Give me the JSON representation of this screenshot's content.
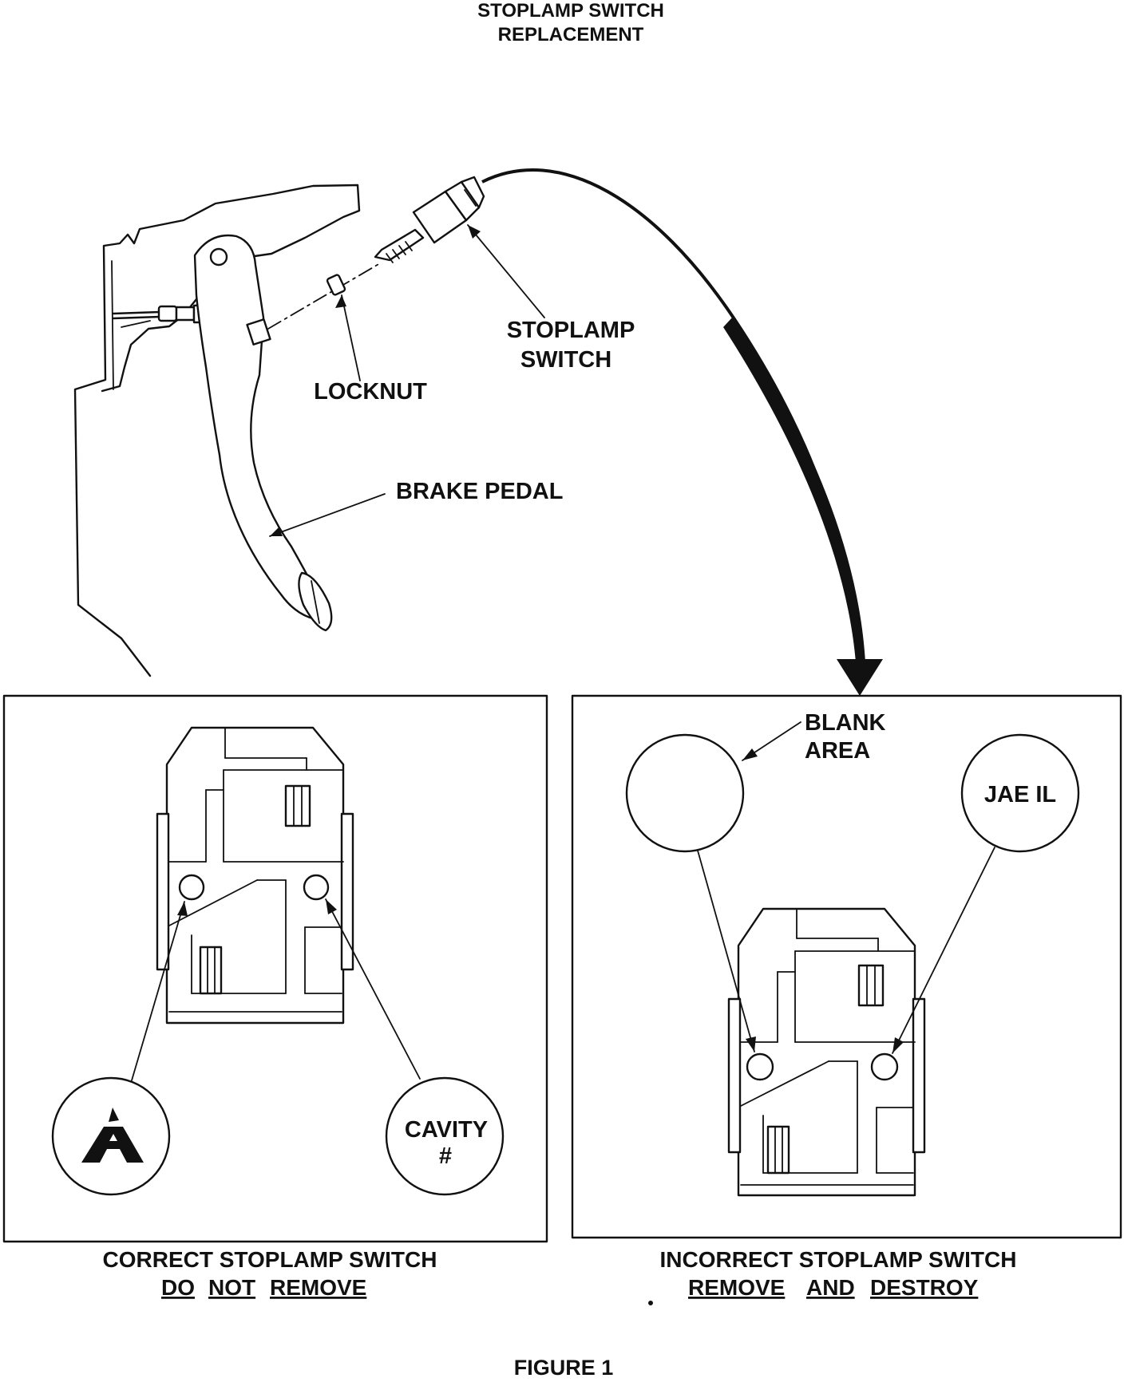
{
  "title": {
    "line1": "STOPLAMP SWITCH",
    "line2": "REPLACEMENT"
  },
  "callouts": {
    "stoplamp_switch_line1": "STOPLAMP",
    "stoplamp_switch_line2": "SWITCH",
    "locknut": "LOCKNUT",
    "brake_pedal": "BRAKE PEDAL"
  },
  "left_panel": {
    "cavity_line1": "CAVITY",
    "cavity_line2": "#",
    "logo_icon": "delta-logo-icon",
    "caption_line1": "CORRECT STOPLAMP SWITCH",
    "caption_line2": [
      "DO",
      "NOT",
      "REMOVE"
    ]
  },
  "right_panel": {
    "blank_area_line1": "BLANK",
    "blank_area_line2": "AREA",
    "code_mark": "JAE IL",
    "caption_line1": "INCORRECT STOPLAMP SWITCH",
    "caption_line2": [
      "REMOVE",
      "AND",
      "DESTROY"
    ]
  },
  "figure_label": "FIGURE 1"
}
